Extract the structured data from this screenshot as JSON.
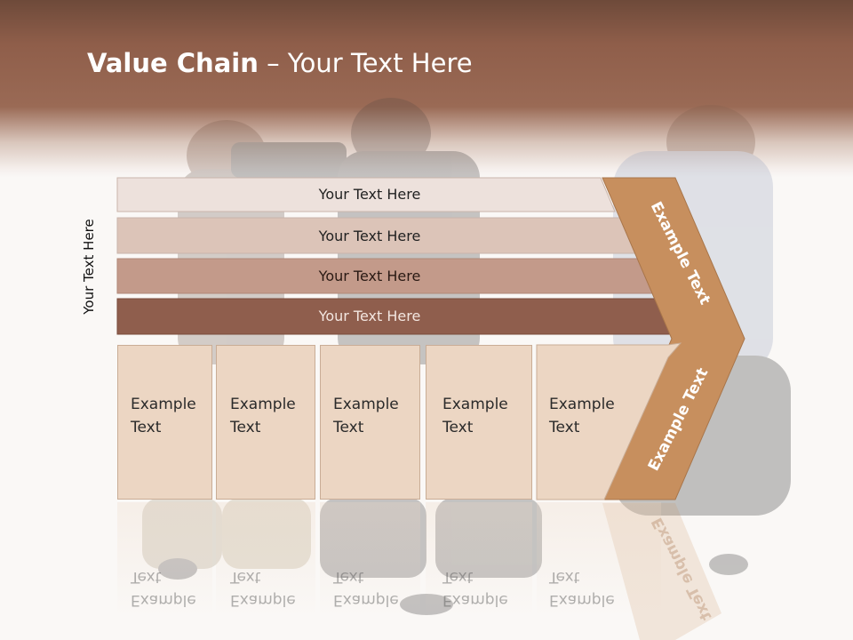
{
  "title": {
    "bold": "Value Chain",
    "rest": " – Your Text Here"
  },
  "side_label": "Your Text Here",
  "rows": [
    {
      "label": "Your Text Here",
      "color": "#ede1dc"
    },
    {
      "label": "Your Text Here",
      "color": "#dcc4b8"
    },
    {
      "label": "Your Text Here",
      "color": "#c39a8a"
    },
    {
      "label": "Your Text Here",
      "color": "#8f5e4d"
    }
  ],
  "boxes": [
    {
      "line1": "Example",
      "line2": "Text"
    },
    {
      "line1": "Example",
      "line2": "Text"
    },
    {
      "line1": "Example",
      "line2": "Text"
    },
    {
      "line1": "Example",
      "line2": "Text"
    },
    {
      "line1": "Example",
      "line2": "Text"
    }
  ],
  "chevron": {
    "upper_label": "Example Text",
    "lower_label": "Example Text",
    "color": "#c78f5e"
  },
  "colors": {
    "header": "#8f5e4a",
    "box": "#ecd6c3",
    "background": "#faf8f6"
  }
}
